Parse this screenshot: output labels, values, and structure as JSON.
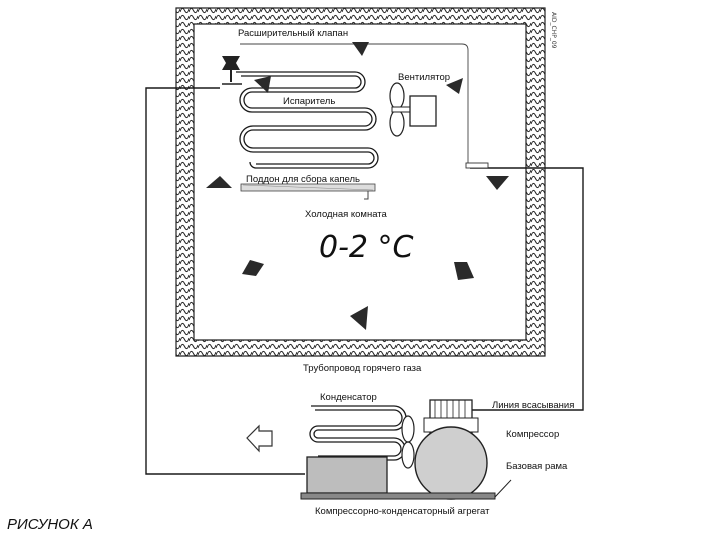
{
  "figure_caption": "РИСУНОК А",
  "figure_code": "AID_CHP_09",
  "labels": {
    "expansion_valve": "Расширительный клапан",
    "fan": "Вентилятор",
    "evaporator": "Испаритель",
    "drip_tray": "Поддон для сбора капель",
    "cold_room": "Холодная комната",
    "temperature": "0-2 °C",
    "hot_gas_pipe": "Трубопровод горячего газа",
    "condenser": "Конденсатор",
    "suction_line": "Линия всасывания",
    "compressor": "Компрессор",
    "base_frame": "Базовая рама",
    "condensing_unit": "Компрессорно-конденсаторный агрегат"
  },
  "icons": [
    "fan-icon",
    "airflow-arrow-icon",
    "expansion-valve-icon"
  ]
}
